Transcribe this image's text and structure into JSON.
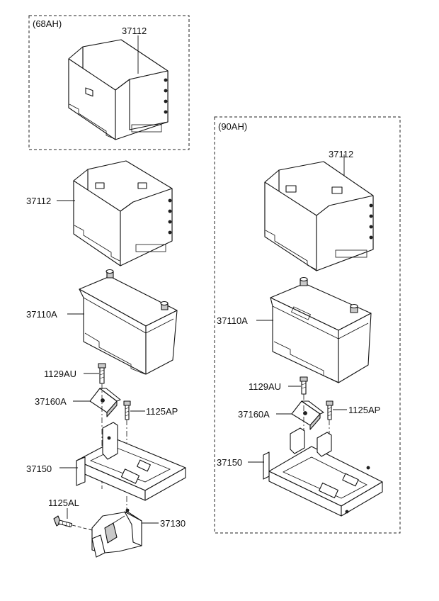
{
  "groups": {
    "left_variant": "(68AH)",
    "right_variant": "(90AH)"
  },
  "labels": {
    "l_cover_top": "37112",
    "l_cover": "37112",
    "l_battery": "37110A",
    "l_bolt_1129": "1129AU",
    "l_clamp": "37160A",
    "l_bolt_1125ap": "1125AP",
    "l_tray": "37150",
    "l_bolt_1125al": "1125AL",
    "l_bracket": "37130",
    "r_cover": "37112",
    "r_battery": "37110A",
    "r_bolt_1129": "1129AU",
    "r_clamp": "37160A",
    "r_bolt_1125ap": "1125AP",
    "r_tray": "37150"
  },
  "icons": {
    "battery_cover": "battery-insulation-cover",
    "battery": "battery",
    "bolt": "bolt",
    "clamp": "battery-clamp",
    "tray": "battery-tray",
    "bracket": "tray-bracket"
  }
}
